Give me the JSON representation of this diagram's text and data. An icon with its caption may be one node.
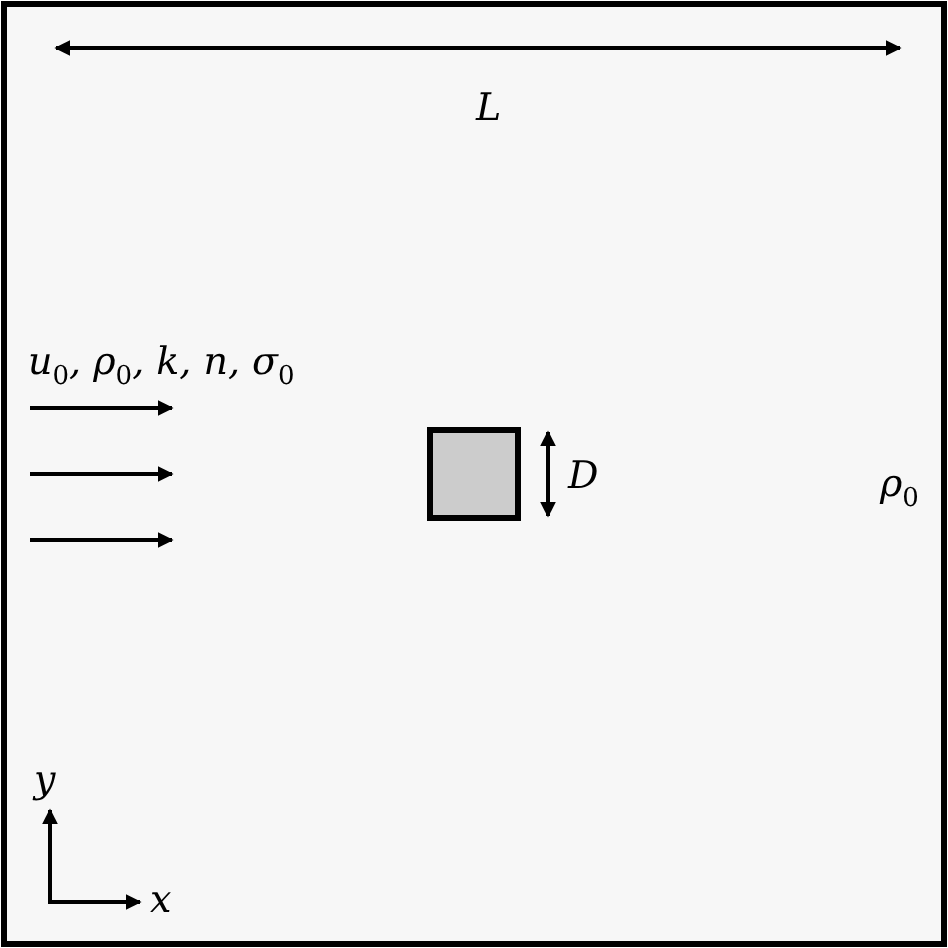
{
  "diagram": {
    "labels": [
      "L",
      "u$_{0}$,  ρ$_{0}$,  k,  n,  σ$_{0}$",
      "D",
      "ρ$_{0}$",
      "y",
      "x"
    ]
  }
}
